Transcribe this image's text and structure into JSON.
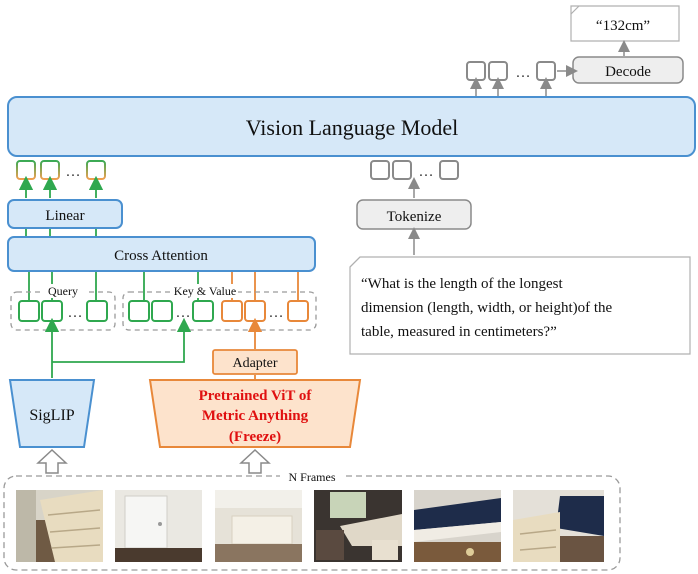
{
  "colors": {
    "vlm_fill": "#d6e8f8",
    "vlm_stroke": "#4a90d0",
    "blue_stroke": "#4a90d0",
    "blue_fill": "#d6e8f8",
    "green": "#2fa84f",
    "orange_stroke": "#e8883a",
    "orange_fill": "#fde3cc",
    "gray_stroke": "#8a8a8a",
    "gray_fill": "#eeeeee",
    "red_text": "#e01010"
  },
  "vlm": {
    "label": "Vision Language Model"
  },
  "output": {
    "answer": "“132cm”",
    "decode_label": "Decode",
    "ellipsis": "…"
  },
  "text_branch": {
    "tokenize_label": "Tokenize",
    "question": [
      "“What is the length of the longest",
      "dimension (length, width, or height)of the",
      "table, measured in centimeters?”"
    ]
  },
  "vision_branch": {
    "linear_label": "Linear",
    "cross_attention_label": "Cross Attention",
    "query_label": "Query",
    "key_value_label": "Key & Value",
    "adapter_label": "Adapter",
    "siglip_label": "SigLIP",
    "vit_lines": [
      "Pretrained ViT of",
      "Metric Anything",
      "(Freeze)"
    ]
  },
  "frames": {
    "label": "N Frames",
    "items": [
      "frame-1",
      "frame-2",
      "frame-3",
      "frame-4",
      "frame-5",
      "frame-6"
    ]
  }
}
